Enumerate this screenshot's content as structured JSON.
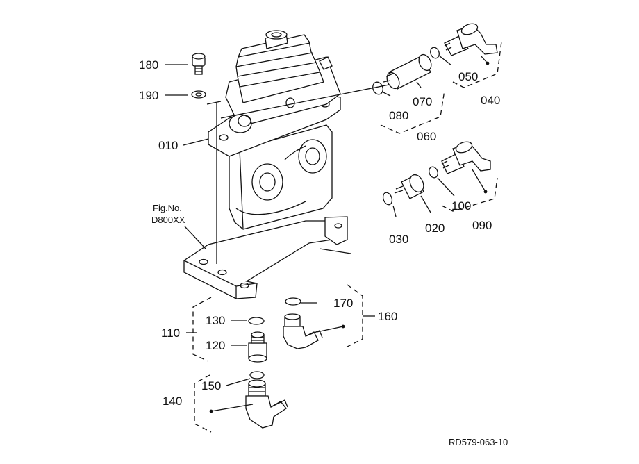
{
  "figure": {
    "ref_label": "Fig.No.",
    "ref_code": "D800XX",
    "drawing_id": "RD579-063-10"
  },
  "callouts": {
    "c010": "010",
    "c020": "020",
    "c030": "030",
    "c040": "040",
    "c050": "050",
    "c060": "060",
    "c070": "070",
    "c080": "080",
    "c090": "090",
    "c100": "100",
    "c110": "110",
    "c120": "120",
    "c130": "130",
    "c140": "140",
    "c150": "150",
    "c160": "160",
    "c170": "170",
    "c180": "180",
    "c190": "190"
  }
}
